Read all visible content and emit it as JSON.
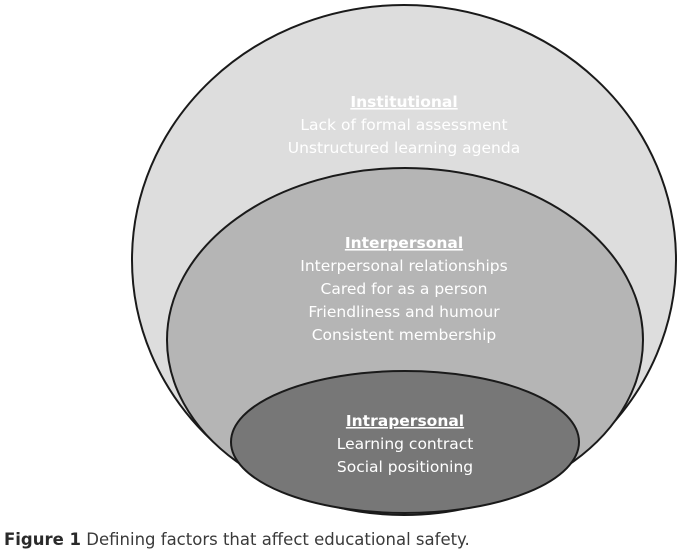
{
  "rings": [
    {
      "id": "institutional",
      "title": "Institutional",
      "items": [
        "Lack of formal assessment",
        "Unstructured learning agenda"
      ],
      "fill": "#dddddd"
    },
    {
      "id": "interpersonal",
      "title": "Interpersonal",
      "items": [
        "Interpersonal relationships",
        "Cared for as a person",
        "Friendliness and humour",
        "Consistent membership"
      ],
      "fill": "#b5b5b5"
    },
    {
      "id": "intrapersonal",
      "title": "Intrapersonal",
      "items": [
        "Learning contract",
        "Social positioning"
      ],
      "fill": "#777777"
    }
  ],
  "caption": {
    "label": "Figure 1",
    "text": " Defining factors that affect educational safety."
  },
  "colors": {
    "stroke": "#1a1a1a",
    "text": "#ffffff"
  }
}
